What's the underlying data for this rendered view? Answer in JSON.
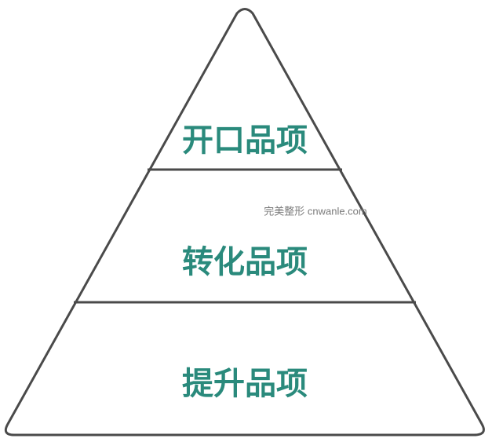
{
  "pyramid": {
    "tiers": [
      {
        "label": "开口品项"
      },
      {
        "label": "转化品项"
      },
      {
        "label": "提升品项"
      }
    ]
  },
  "watermark": {
    "text": "完美整形 cnwanle.com"
  },
  "colors": {
    "label": "#2a8a7c",
    "outline": "#4a4a4a",
    "watermark": "#7a7a7a",
    "background": "#ffffff"
  }
}
